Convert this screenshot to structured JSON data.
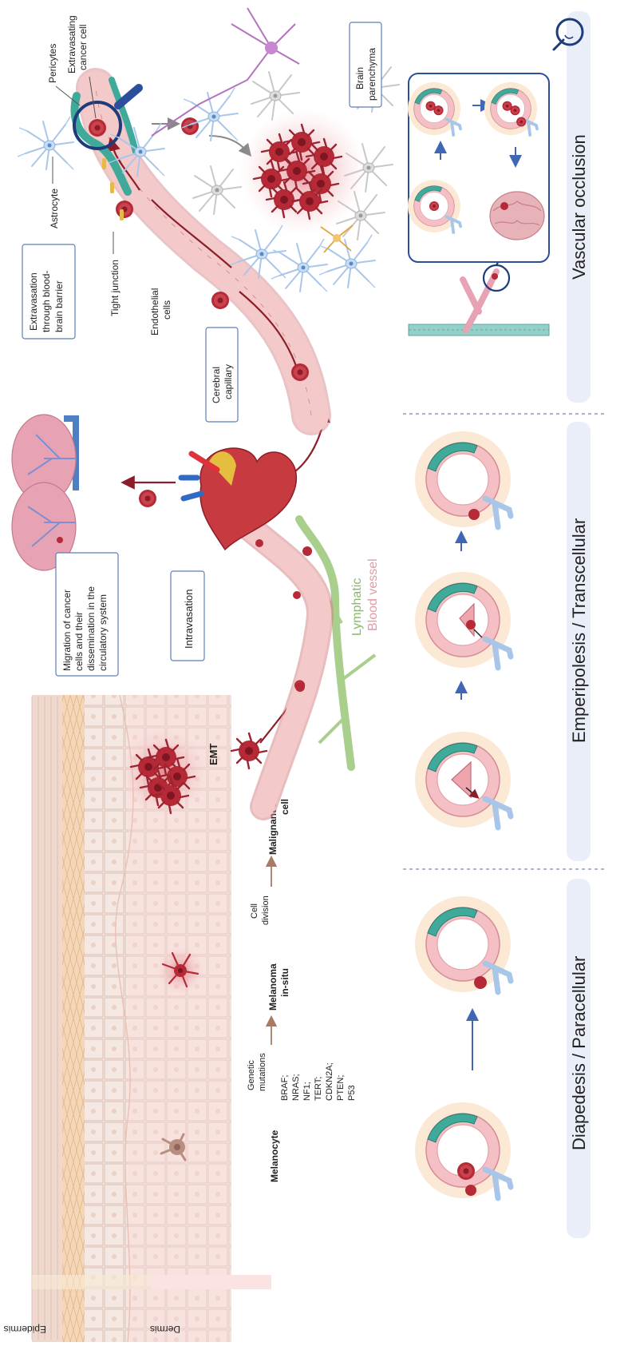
{
  "skin": {
    "layer_epidermis": "Epidermis",
    "layer_dermis": "Dermis",
    "stage_melanocyte": "Melanocyte",
    "arrow_genetic": [
      "Genetic",
      "mutations"
    ],
    "mutations": [
      "BRAF;",
      "NRAS;",
      "NF1;",
      "TERT;",
      "CDKN2A;",
      "PTEN;",
      "P53"
    ],
    "stage_insitu": [
      "Melanoma",
      "in-situ"
    ],
    "arrow_division": [
      "Cell",
      "division"
    ],
    "stage_malignant": [
      "Malignant cancer",
      "cell"
    ],
    "emt": "EMT"
  },
  "circulation": {
    "migration_box": [
      "Migration of cancer",
      "cells and their",
      "dissemination in the",
      "circulatory system"
    ],
    "intravasation_box": "Intravasation",
    "lymphatic": "Lymphatic",
    "blood_vessel": "Blood vessel"
  },
  "brain": {
    "cerebral_box": [
      "Cerebral",
      "capillary"
    ],
    "endothelial": [
      "Endothelial",
      "cells"
    ],
    "tight_junction": "Tight junction",
    "extravasation_box": [
      "Extravasation",
      "through blood-",
      "brain barrier"
    ],
    "astrocyte": "Astrocyte",
    "pericytes": "Pericytes",
    "extravasating": [
      "Extravasating",
      "cancer cell"
    ],
    "parenchyma_box": [
      "Brain",
      "parenchyma"
    ]
  },
  "panels": {
    "p1": "Diapedesis / Paracellular",
    "p2": "Emperipolesis / Transcellular",
    "p3": "Vascular occlusion"
  },
  "colors": {
    "skin_base": "#f4e6df",
    "dermis_tint": "#fbe3e3",
    "epidermis_band": "#f1dcb0",
    "vessel": "#f2c3c4",
    "vessel_edge": "#cf7b80",
    "cancer": "#b52a36",
    "lymph": "#9cc27c",
    "astrocyte_blue": "#9bbfe6",
    "panel_bg": "#e9eef9",
    "arrow_blue": "#3f67b3",
    "arrow_red": "#8b1e28",
    "lymph_text": "#8ab86c",
    "blood_text": "#e49aa6"
  }
}
